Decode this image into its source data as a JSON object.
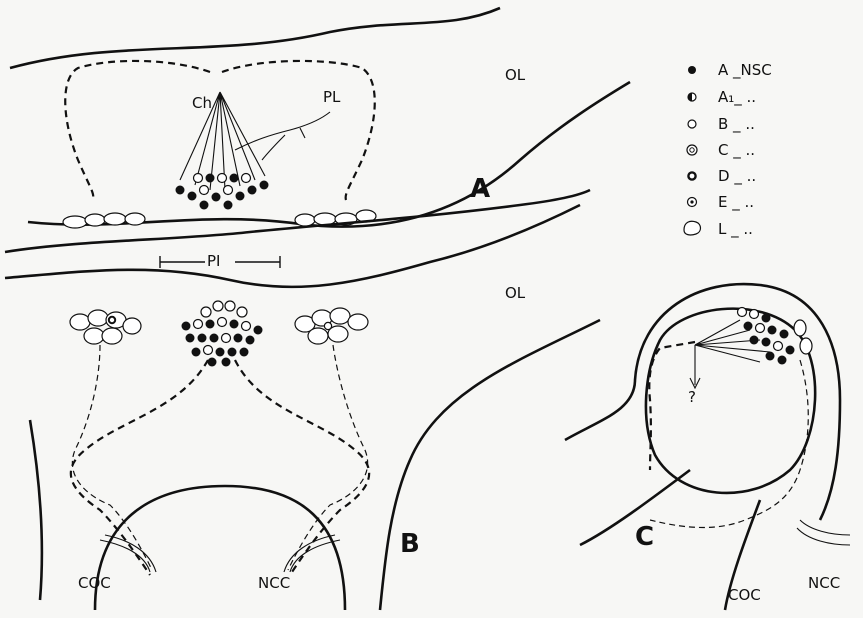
{
  "panels": {
    "a": {
      "letter": "A",
      "ol": "OL",
      "pl": "PL",
      "ch": "Ch"
    },
    "b": {
      "letter": "B",
      "ol": "OL",
      "pi": "PI",
      "coc": "COC",
      "ncc": "NCC"
    },
    "c": {
      "letter": "C",
      "coc": "COC",
      "ncc": "NCC",
      "question": "?"
    }
  },
  "legend": [
    {
      "symbol": "filled",
      "label": "A _NSC"
    },
    {
      "symbol": "half",
      "label": "A₁_  .."
    },
    {
      "symbol": "open",
      "label": "B _  .."
    },
    {
      "symbol": "double",
      "label": "C _  .."
    },
    {
      "symbol": "thick",
      "label": "D _  .."
    },
    {
      "symbol": "dotted",
      "label": "E _  .."
    },
    {
      "symbol": "blob",
      "label": "L _  .."
    }
  ]
}
